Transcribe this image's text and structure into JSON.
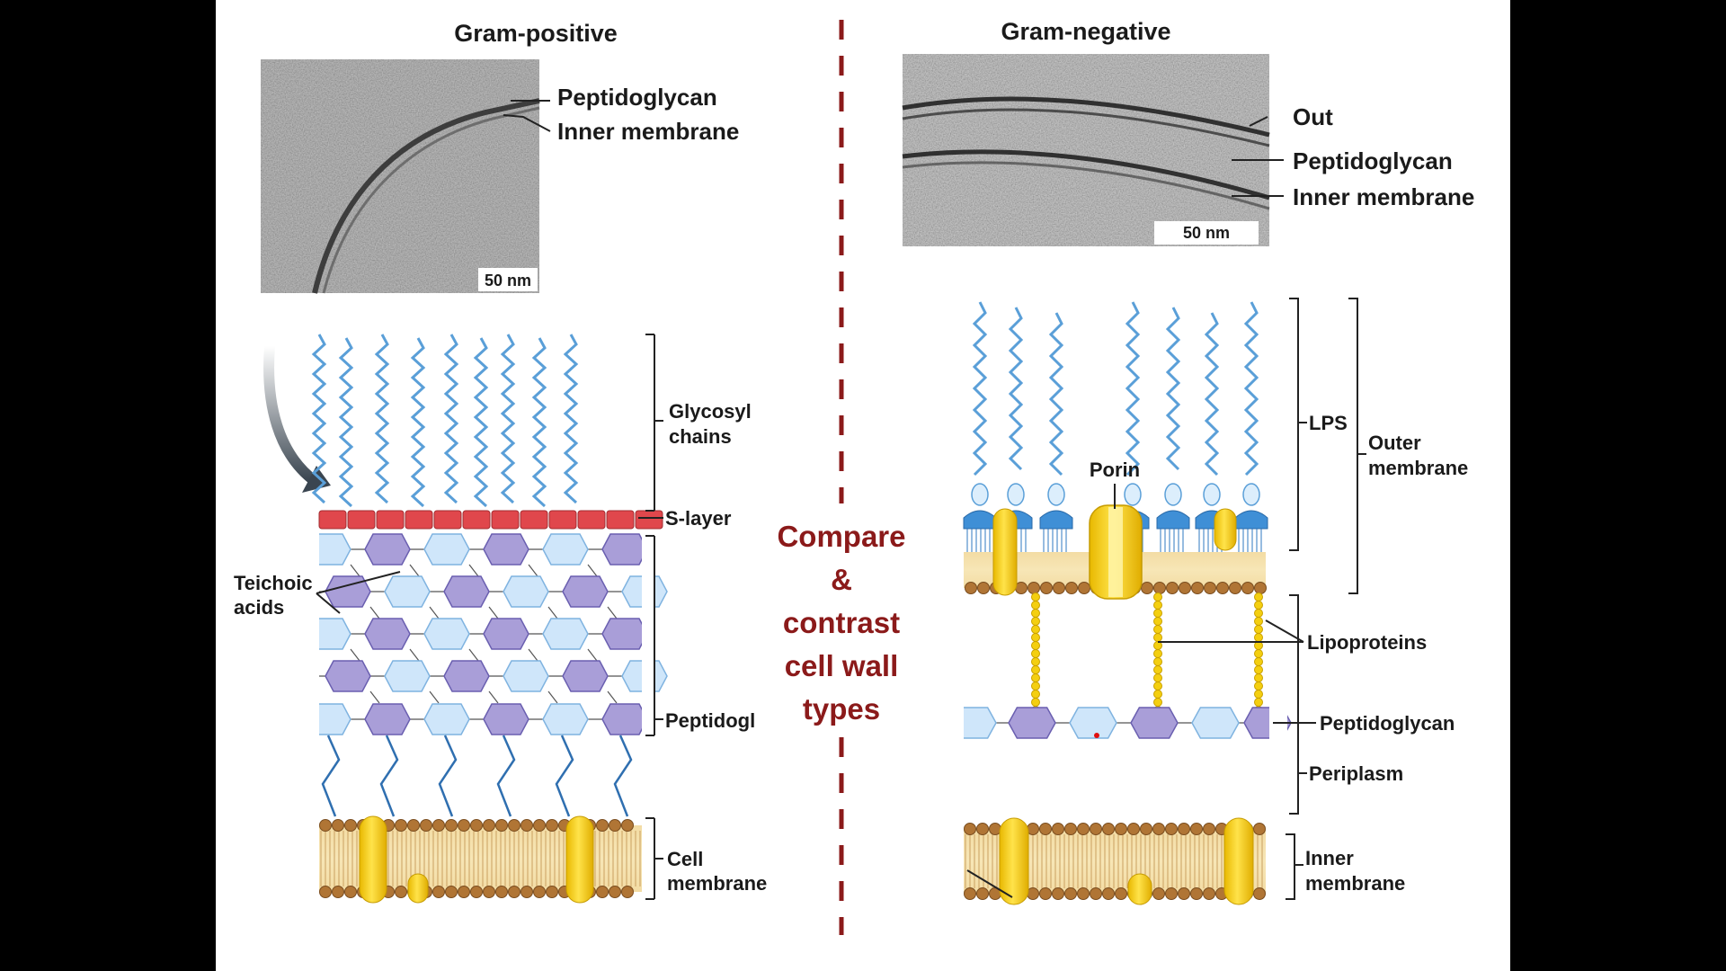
{
  "left": {
    "title": "Gram-positive",
    "scale": "50 nm",
    "micro_labels": [
      "Peptidoglycan",
      "Inner membrane"
    ],
    "labels": {
      "glycosyl_1": "Glycosyl",
      "glycosyl_2": "chains",
      "slayer": "S-layer",
      "teichoic_1": "Teichoic",
      "teichoic_2": "acids",
      "peptidoglycan": "Peptidogl",
      "cell_membrane_1": "Cell",
      "cell_membrane_2": "membrane"
    }
  },
  "right": {
    "title": "Gram-negative",
    "scale": "50 nm",
    "micro_labels": [
      "Out",
      "Peptidoglycan",
      "Inner membrane"
    ],
    "labels": {
      "porin": "Porin",
      "lps": "LPS",
      "outer_membrane_1": "Outer",
      "outer_membrane_2": "membrane",
      "lipoproteins": "Lipoproteins",
      "peptidoglycan": "Peptidoglycan",
      "periplasm": "Periplasm",
      "inner_membrane_1": "Inner",
      "inner_membrane_2": "membrane"
    }
  },
  "center_text": [
    "Compare",
    "&",
    "contrast",
    "cell wall",
    "types"
  ],
  "player": {
    "count": "257"
  },
  "colors": {
    "background": "#000000",
    "slide": "#ffffff",
    "divider": "#8b1a1a",
    "center_text": "#8b1a1a",
    "slayer": "#e0474c",
    "lipid_head": "#b07535",
    "protein": "#f4cf10",
    "glycan_light": "#cfe6fa",
    "glycan_purple": "#a99ed8",
    "chain": "#5a9fd8",
    "play": "#3cc246"
  }
}
